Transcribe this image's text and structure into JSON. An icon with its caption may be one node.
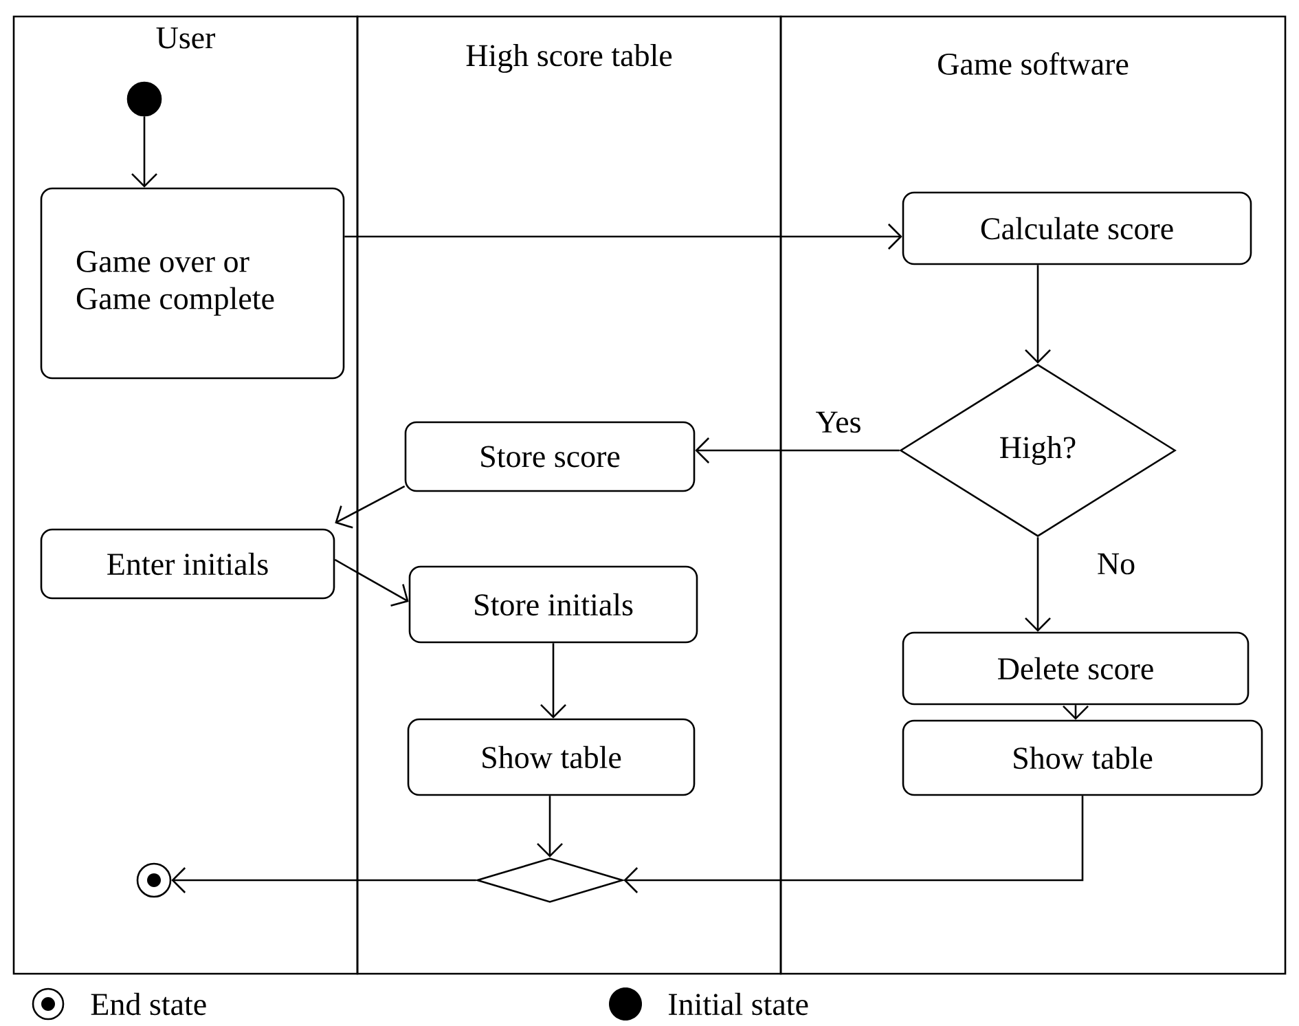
{
  "diagram": {
    "nodes": [
      {
        "text": [
          "User"
        ]
      },
      {
        "text": [
          "High score table"
        ]
      },
      {
        "text": [
          "Game software"
        ]
      },
      {
        "text": [],
        "shape": "circle",
        "in": 0
      },
      {
        "text": [
          "Game over or Game complete"
        ],
        "in": 0
      },
      {
        "text": [
          "Calculate score"
        ],
        "in": 2
      },
      {
        "text": [
          "High?"
        ],
        "in": 2
      },
      {
        "text": [
          "Store score"
        ],
        "in": 1
      },
      {
        "text": [
          "Enter initials"
        ],
        "in": 0
      },
      {
        "text": [
          "Store initials"
        ],
        "in": 1
      },
      {
        "text": [
          "Delete score"
        ],
        "in": 2
      },
      {
        "text": [
          "Show table"
        ],
        "in": 1
      },
      {
        "text": [
          "Show table"
        ],
        "in": 2
      },
      {
        "text": [],
        "shape": "diamond",
        "in": 1
      },
      {
        "text": [],
        "shape": "circle",
        "in": 0
      }
    ],
    "edges": [
      {
        "from": 3,
        "to": 4,
        "arrow": "to"
      },
      {
        "from": 4,
        "to": 5,
        "arrow": "to"
      },
      {
        "from": 5,
        "to": 6,
        "arrow": "to"
      },
      {
        "from": 6,
        "to": 7,
        "arrow": "to",
        "label": "Yes"
      },
      {
        "from": 7,
        "to": 8,
        "arrow": "to"
      },
      {
        "from": 8,
        "to": 9,
        "arrow": "to"
      },
      {
        "from": 6,
        "to": 10,
        "arrow": "to",
        "label": "No"
      },
      {
        "from": 10,
        "to": 12,
        "arrow": "to"
      },
      {
        "from": 9,
        "to": 11,
        "arrow": "to"
      },
      {
        "from": 11,
        "to": 13,
        "arrow": "to"
      },
      {
        "from": 12,
        "to": 13,
        "arrow": "to"
      },
      {
        "from": 13,
        "to": 14,
        "arrow": "to"
      }
    ],
    "legend": [
      {
        "text": "End state"
      },
      {
        "text": "Initial state"
      }
    ]
  }
}
